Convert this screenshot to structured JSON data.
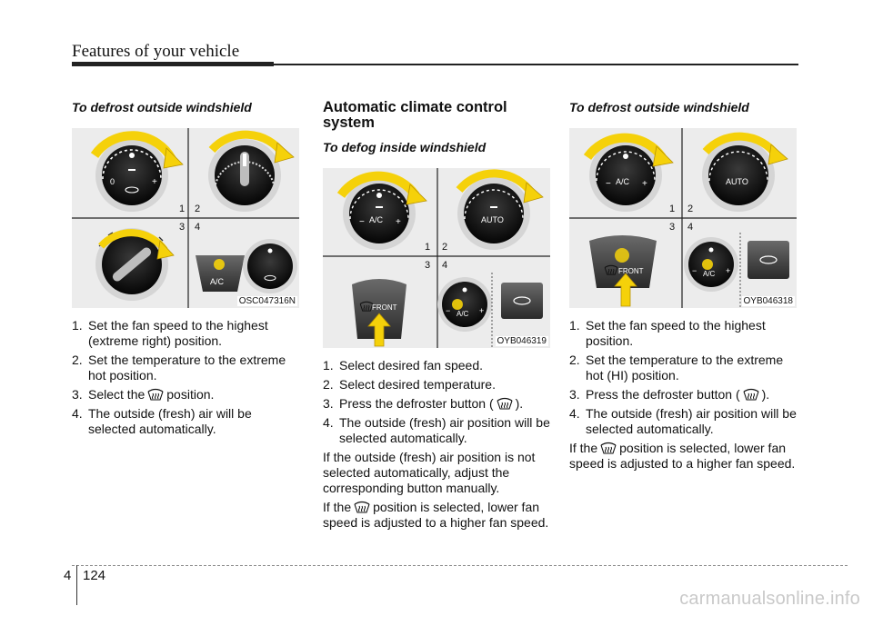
{
  "header": {
    "title": "Features of your vehicle"
  },
  "left": {
    "heading": "To defrost outside windshield",
    "figure_code": "OSC047316N",
    "quadrant_labels": [
      "1",
      "2",
      "3",
      "4"
    ],
    "steps": [
      {
        "num": "1.",
        "text": "Set the fan speed to the highest (extreme right) position."
      },
      {
        "num": "2.",
        "text": "Set the temperature to the extreme hot position."
      },
      {
        "num": "3.",
        "before": "Select the",
        "after": "position.",
        "icon": "defrost-icon"
      },
      {
        "num": "4.",
        "text": "The outside (fresh) air will be selected automatically."
      }
    ]
  },
  "middle": {
    "heading": "Automatic climate control system",
    "subheading": "To defog inside windshield",
    "figure_code": "OYB046319",
    "quadrant_labels": [
      "1",
      "2",
      "3",
      "4"
    ],
    "steps": [
      {
        "num": "1.",
        "text": "Select desired fan speed."
      },
      {
        "num": "2.",
        "text": "Select desired temperature."
      },
      {
        "num": "3.",
        "before": "Press the defroster button (",
        "after": ").",
        "icon": "defrost-icon"
      },
      {
        "num": "4.",
        "text": "The outside (fresh) air position will be selected automatically."
      }
    ],
    "para1": "If the outside (fresh) air position is not selected automatically, adjust the corresponding button manually.",
    "para2_before": "If the",
    "para2_after": "position is selected, lower fan speed is adjusted to a higher fan speed."
  },
  "right": {
    "heading": "To defrost outside windshield",
    "figure_code": "OYB046318",
    "quadrant_labels": [
      "1",
      "2",
      "3",
      "4"
    ],
    "steps": [
      {
        "num": "1.",
        "text": "Set the fan speed to the highest position."
      },
      {
        "num": "2.",
        "text": "Set the temperature to the extreme hot (HI) position."
      },
      {
        "num": "3.",
        "before": "Press the defroster button (",
        "after": ").",
        "icon": "defrost-icon"
      },
      {
        "num": "4.",
        "text": "The outside (fresh) air position will be selected automatically."
      }
    ],
    "para_before": "If the",
    "para_after": "position is selected, lower fan speed is adjusted to a higher fan speed."
  },
  "knob_labels": {
    "ac": "A/C",
    "auto": "AUTO",
    "front": "FRONT",
    "zero": "0",
    "plus": "+",
    "minus": "−"
  },
  "footer": {
    "chapter": "4",
    "page": "124"
  },
  "watermark": "carmanualsonline.info",
  "colors": {
    "arrow_yellow": "#f5d10a",
    "arrow_stroke": "#b89200",
    "panel_bg": "#ececec"
  }
}
